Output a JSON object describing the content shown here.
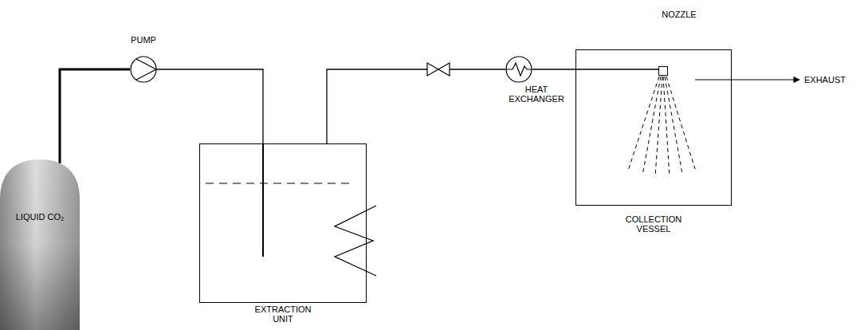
{
  "diagram": {
    "nodes": [
      {
        "text": [
          "LIQUID CO₂"
        ]
      },
      {
        "text": [
          "PUMP"
        ]
      },
      {
        "text": [
          "EXTRACTION UNIT"
        ]
      },
      {
        "text": [
          "HEAT EXCHANGER"
        ]
      },
      {
        "text": [
          "COLLECTION VESSEL"
        ]
      },
      {
        "text": [
          "NOZZLE"
        ],
        "in": 4
      }
    ],
    "edges": [
      {
        "from": 0,
        "to": 1,
        "arrow": "none"
      },
      {
        "from": 1,
        "to": 2,
        "arrow": "none"
      },
      {
        "from": 2,
        "to": 3,
        "arrow": "none"
      },
      {
        "from": 3,
        "to": 5,
        "arrow": "none"
      }
    ],
    "labels": [
      "EXHAUST"
    ]
  }
}
